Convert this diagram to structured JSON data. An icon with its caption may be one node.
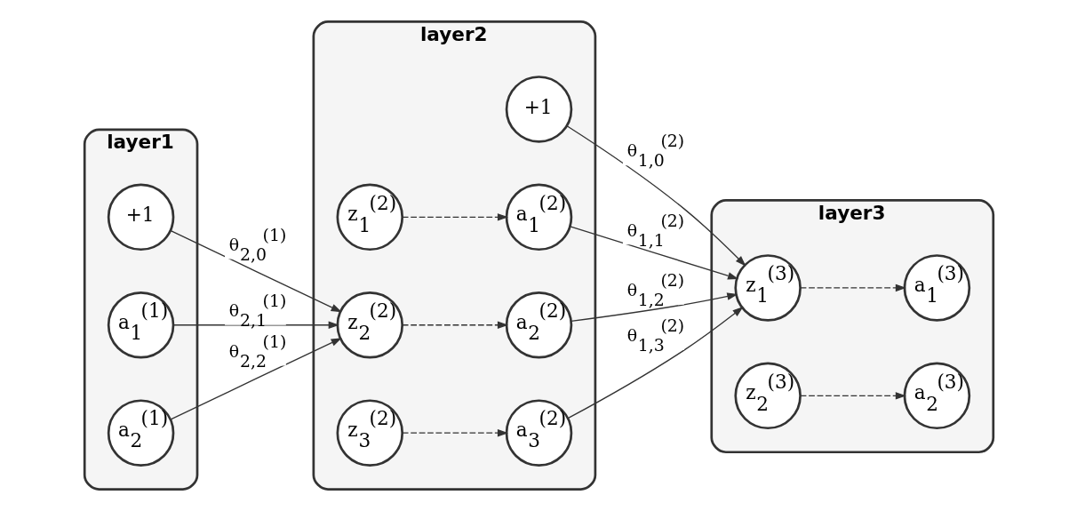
{
  "diagram": {
    "nodes": [
      {
        "text": [
          "layer1"
        ]
      },
      {
        "text": [
          "+1"
        ],
        "in": 0
      },
      {
        "text": [
          "a$_{1}$$^{(1)}$"
        ],
        "in": 0
      },
      {
        "text": [
          "a$_{2}$$^{(1)}$"
        ],
        "in": 0
      },
      {
        "text": [
          "layer2"
        ]
      },
      {
        "text": [
          "+1"
        ],
        "in": 4
      },
      {
        "text": [
          "z$_{1}$$^{(2)}$"
        ],
        "in": 4
      },
      {
        "text": [
          "a$_{1}$$^{(2)}$"
        ],
        "in": 4
      },
      {
        "text": [
          "z$_{2}$$^{(2)}$"
        ],
        "in": 4
      },
      {
        "text": [
          "a$_{2}$$^{(2)}$"
        ],
        "in": 4
      },
      {
        "text": [
          "z$_{3}$$^{(2)}$"
        ],
        "in": 4
      },
      {
        "text": [
          "a$_{3}$$^{(2)}$"
        ],
        "in": 4
      },
      {
        "text": [
          "layer3"
        ]
      },
      {
        "text": [
          "z$_{1}$$^{(3)}$"
        ],
        "in": 12
      },
      {
        "text": [
          "a$_{1}$$^{(3)}$"
        ],
        "in": 12
      },
      {
        "text": [
          "z$_{2}$$^{(3)}$"
        ],
        "in": 12
      },
      {
        "text": [
          "a$_{2}$$^{(3)}$"
        ],
        "in": 12
      }
    ],
    "edges": [
      {
        "from": 1,
        "to": 8,
        "arrow": "to",
        "label": "θ$_{2,0}$$^{(1)}$"
      },
      {
        "from": 2,
        "to": 8,
        "arrow": "to",
        "label": "θ$_{2,1}$$^{(1)}$"
      },
      {
        "from": 3,
        "to": 8,
        "arrow": "to",
        "label": "θ$_{2,2}$$^{(1)}$"
      },
      {
        "from": 6,
        "to": 7,
        "arrow": "to",
        "style": "dashed"
      },
      {
        "from": 8,
        "to": 9,
        "arrow": "to",
        "style": "dashed"
      },
      {
        "from": 10,
        "to": 11,
        "arrow": "to",
        "style": "dashed"
      },
      {
        "from": 5,
        "to": 13,
        "arrow": "to",
        "label": "θ$_{1,0}$$^{(2)}$"
      },
      {
        "from": 7,
        "to": 13,
        "arrow": "to",
        "label": "θ$_{1,1}$$^{(2)}$"
      },
      {
        "from": 9,
        "to": 13,
        "arrow": "to",
        "label": "θ$_{1,2}$$^{(2)}$"
      },
      {
        "from": 11,
        "to": 13,
        "arrow": "to",
        "label": "θ$_{1,3}$$^{(2)}$"
      },
      {
        "from": 13,
        "to": 14,
        "arrow": "to",
        "style": "dashed"
      },
      {
        "from": 15,
        "to": 16,
        "arrow": "to",
        "style": "dashed"
      }
    ]
  }
}
